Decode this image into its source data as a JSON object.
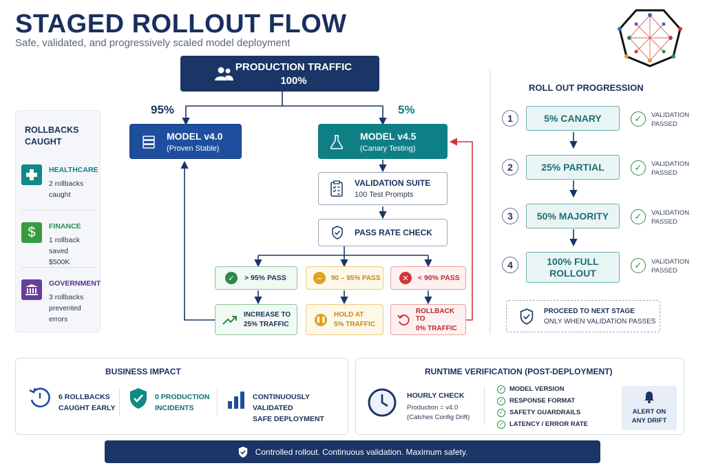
{
  "header": {
    "title": "STAGED ROLLOUT FLOW",
    "subtitle": "Safe, validated, and progressively scaled model deployment"
  },
  "traffic": {
    "title": "PRODUCTION TRAFFIC",
    "value": "100%"
  },
  "split": {
    "left_pct": "95%",
    "right_pct": "5%"
  },
  "model_stable": {
    "title": "MODEL v4.0",
    "subtitle": "(Proven Stable)"
  },
  "model_canary": {
    "title": "MODEL v4.5",
    "subtitle": "(Canary Testing)"
  },
  "validation": {
    "title": "VALIDATION SUITE",
    "subtitle": "100 Test Prompts"
  },
  "pass_check": {
    "title": "PASS RATE CHECK"
  },
  "outcomes": [
    {
      "condition": "> 95% PASS",
      "action_line1": "INCREASE TO",
      "action_line2": "25% TRAFFIC"
    },
    {
      "condition": "90 – 95% PASS",
      "action_line1": "HOLD AT",
      "action_line2": "5% TRAFFIC"
    },
    {
      "condition": "< 90% PASS",
      "action_line1": "ROLLBACK TO",
      "action_line2": "0% TRAFFIC"
    }
  ],
  "sidebar": {
    "title_line1": "ROLLBACKS",
    "title_line2": "CAUGHT",
    "items": [
      {
        "label": "HEALTHCARE",
        "line1": "2 rollbacks",
        "line2": "caught"
      },
      {
        "label": "FINANCE",
        "line1": "1 rollback saved",
        "line2": "$500K"
      },
      {
        "label": "GOVERNMENT",
        "line1": "3 rollbacks",
        "line2": "prevented errors"
      }
    ]
  },
  "progression": {
    "title": "ROLL OUT PROGRESSION",
    "stages": [
      {
        "num": "1",
        "label_line1": "5% CANARY",
        "label_line2": "",
        "status_line1": "VALIDATION",
        "status_line2": "PASSED"
      },
      {
        "num": "2",
        "label_line1": "25% PARTIAL",
        "label_line2": "",
        "status_line1": "VALIDATION",
        "status_line2": "PASSED"
      },
      {
        "num": "3",
        "label_line1": "50% MAJORITY",
        "label_line2": "",
        "status_line1": "VALIDATION",
        "status_line2": "PASSED"
      },
      {
        "num": "4",
        "label_line1": "100% FULL",
        "label_line2": "ROLLOUT",
        "status_line1": "VALIDATION",
        "status_line2": "PASSED"
      }
    ],
    "note_line1": "PROCEED TO NEXT STAGE",
    "note_line2": "ONLY WHEN VALIDATION PASSES"
  },
  "business_impact": {
    "title": "BUSINESS IMPACT",
    "items": [
      {
        "line1": "6 ROLLBACKS",
        "line2": "CAUGHT EARLY"
      },
      {
        "line1": "0 PRODUCTION",
        "line2": "INCIDENTS"
      },
      {
        "line1": "CONTINUOUSLY VALIDATED",
        "line2": "SAFE DEPLOYMENT"
      }
    ]
  },
  "runtime": {
    "title": "RUNTIME VERIFICATION (POST-DEPLOYMENT)",
    "hourly_title": "HOURLY CHECK",
    "hourly_line1": "Production = v4.0",
    "hourly_line2": "(Catches Config Drift)",
    "checks": [
      "MODEL VERSION",
      "RESPONSE FORMAT",
      "SAFETY GUARDRAILS",
      "LATENCY / ERROR RATE"
    ],
    "alert_line1": "ALERT ON",
    "alert_line2": "ANY DRIFT"
  },
  "footer": {
    "text": "Controlled rollout. Continuous validation. Maximum safety."
  },
  "colors": {
    "navy": "#1a3566",
    "teal": "#0f7f86",
    "green": "#2d8a4a",
    "amber": "#e0a21e",
    "red": "#d0373a"
  }
}
